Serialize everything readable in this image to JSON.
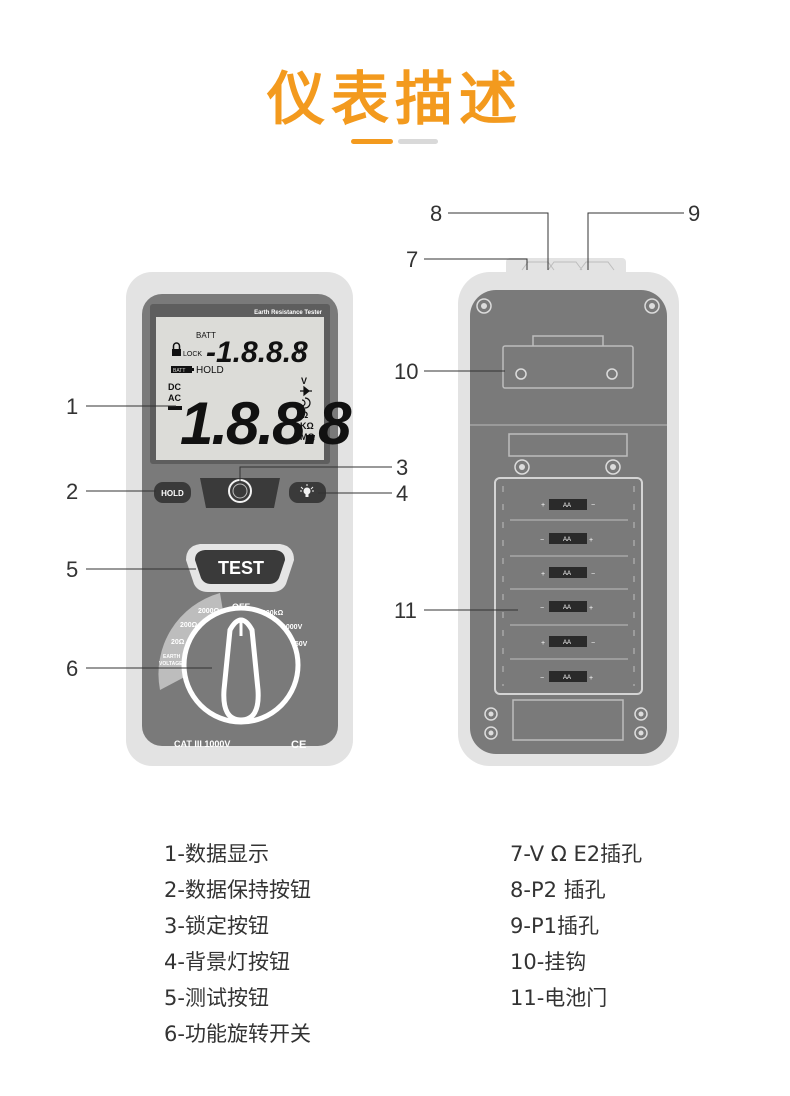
{
  "title": "仪表描述",
  "colors": {
    "accent": "#f39a1e",
    "device_body": "#7a7a7a",
    "device_frame": "#e3e3e3",
    "lcd": "#dcdcd8"
  },
  "front": {
    "brand_label": "Earth Resistance Tester",
    "lcd": {
      "batt_small": "BATT",
      "lock": "LOCK",
      "batt_badge": "BATT",
      "hold_flag": "HOLD",
      "small_digits": "-1.8.8.8",
      "small_unit": "V",
      "dc": "DC",
      "ac": "AC",
      "big_digits": "1.8.8.8",
      "unit_v": "V",
      "unit_ohm": "Ω",
      "unit_kohm": "KΩ",
      "unit_mohm": "MΩ"
    },
    "hold_button": "HOLD",
    "test_button": "TEST",
    "dial": {
      "off": "OFF",
      "r2000": "2000Ω",
      "r200": "200Ω",
      "r20": "20Ω",
      "k200": "200kΩ",
      "v1000": "1000V",
      "v750": "750V",
      "earth_voltage_1": "EARTH",
      "earth_voltage_2": "VOLTAGE"
    },
    "cat_rating": "CAT III 1000V",
    "ce_mark": "CE"
  },
  "back": {
    "battery_label": "AA",
    "plus": "+",
    "minus": "−"
  },
  "callouts": [
    "1",
    "2",
    "3",
    "4",
    "5",
    "6",
    "7",
    "8",
    "9",
    "10",
    "11"
  ],
  "legend_left": [
    "1-数据显示",
    "2-数据保持按钮",
    "3-锁定按钮",
    "4-背景灯按钮",
    "5-测试按钮",
    "6-功能旋转开关"
  ],
  "legend_right": [
    "7-V Ω E2插孔",
    "8-P2 插孔",
    "9-P1插孔",
    "10-挂钩",
    "11-电池门"
  ]
}
